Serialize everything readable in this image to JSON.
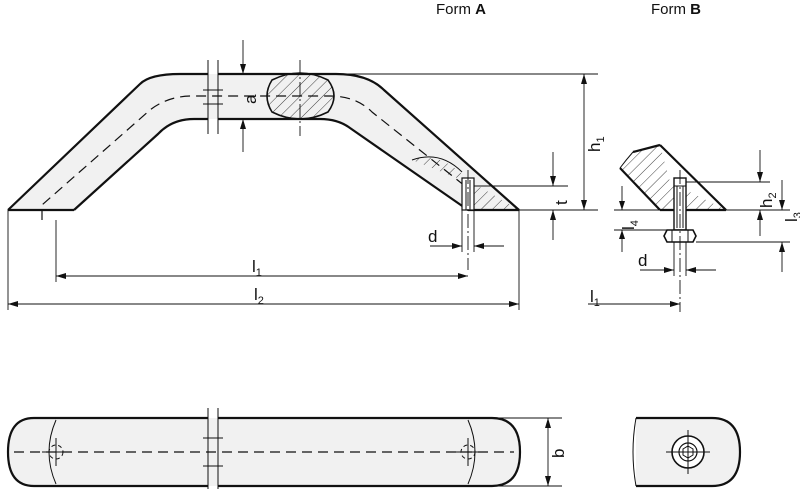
{
  "titles": {
    "form_a_prefix": "Form ",
    "form_a_letter": "A",
    "form_b_prefix": "Form ",
    "form_b_letter": "B"
  },
  "dimensions": {
    "a": "a",
    "h": "h",
    "h_sub": "1",
    "t": "t",
    "d_front": "d",
    "l1": "l",
    "l1_sub": "1",
    "l2": "l",
    "l2_sub": "2",
    "b": "b",
    "h2": "h",
    "h2_sub": "2",
    "l3": "l",
    "l3_sub": "3",
    "l4": "l",
    "l4_sub": "4",
    "d_side": "d",
    "l1_side": "l",
    "l1_side_sub": "1"
  }
}
